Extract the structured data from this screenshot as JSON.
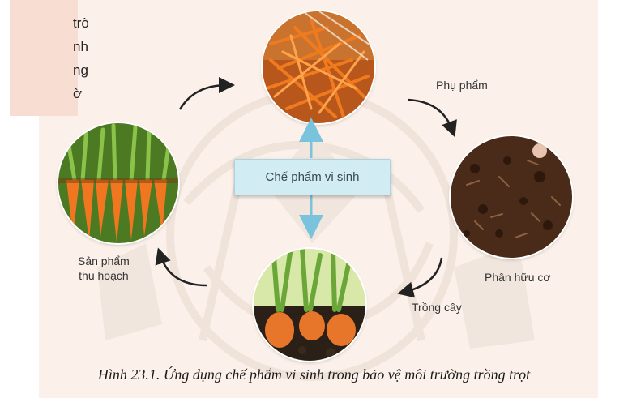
{
  "sidebar_text": [
    "trò",
    "nh",
    "ng",
    "ờ"
  ],
  "central_label": "Chế phẩm vi sinh",
  "labels": {
    "by_product": "Phụ phẩm",
    "organic_fertilizer": "Phân hữu cơ",
    "planting": "Trồng cây",
    "harvest_line1": "Sản phẩm",
    "harvest_line2": "thu hoạch"
  },
  "caption": "Hình 23.1. Ứng dụng chế phẩm vi sinh trong bảo vệ môi trường trồng trọt",
  "colors": {
    "panel": "#fbf1ea",
    "central_box": "#d2ecf4",
    "blue_arrow": "#7ac3dc",
    "cycle_arrow": "#222222"
  },
  "icons": {
    "cycle_arrow": "curved-arrow-icon",
    "double_arrow": "vertical-double-arrow-icon"
  }
}
